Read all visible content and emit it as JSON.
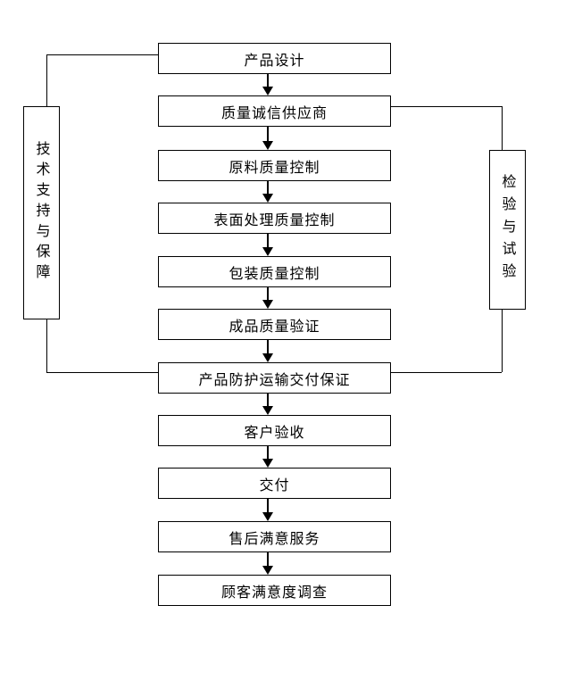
{
  "flowchart": {
    "title_hint": "quality-process-flowchart",
    "steps": [
      {
        "label": "产品设计"
      },
      {
        "label": "质量诚信供应商"
      },
      {
        "label": "原料质量控制"
      },
      {
        "label": "表面处理质量控制"
      },
      {
        "label": "包装质量控制"
      },
      {
        "label": "成品质量验证"
      },
      {
        "label": "产品防护运输交付保证"
      },
      {
        "label": "客户验收"
      },
      {
        "label": "交付"
      },
      {
        "label": "售后满意服务"
      },
      {
        "label": "顾客满意度调查"
      }
    ],
    "side_boxes": {
      "left": {
        "label": "技术支持与保障"
      },
      "right": {
        "label": "检验与试验"
      }
    },
    "colors": {
      "line": "#000000",
      "text": "#000000",
      "background": "#ffffff"
    }
  }
}
